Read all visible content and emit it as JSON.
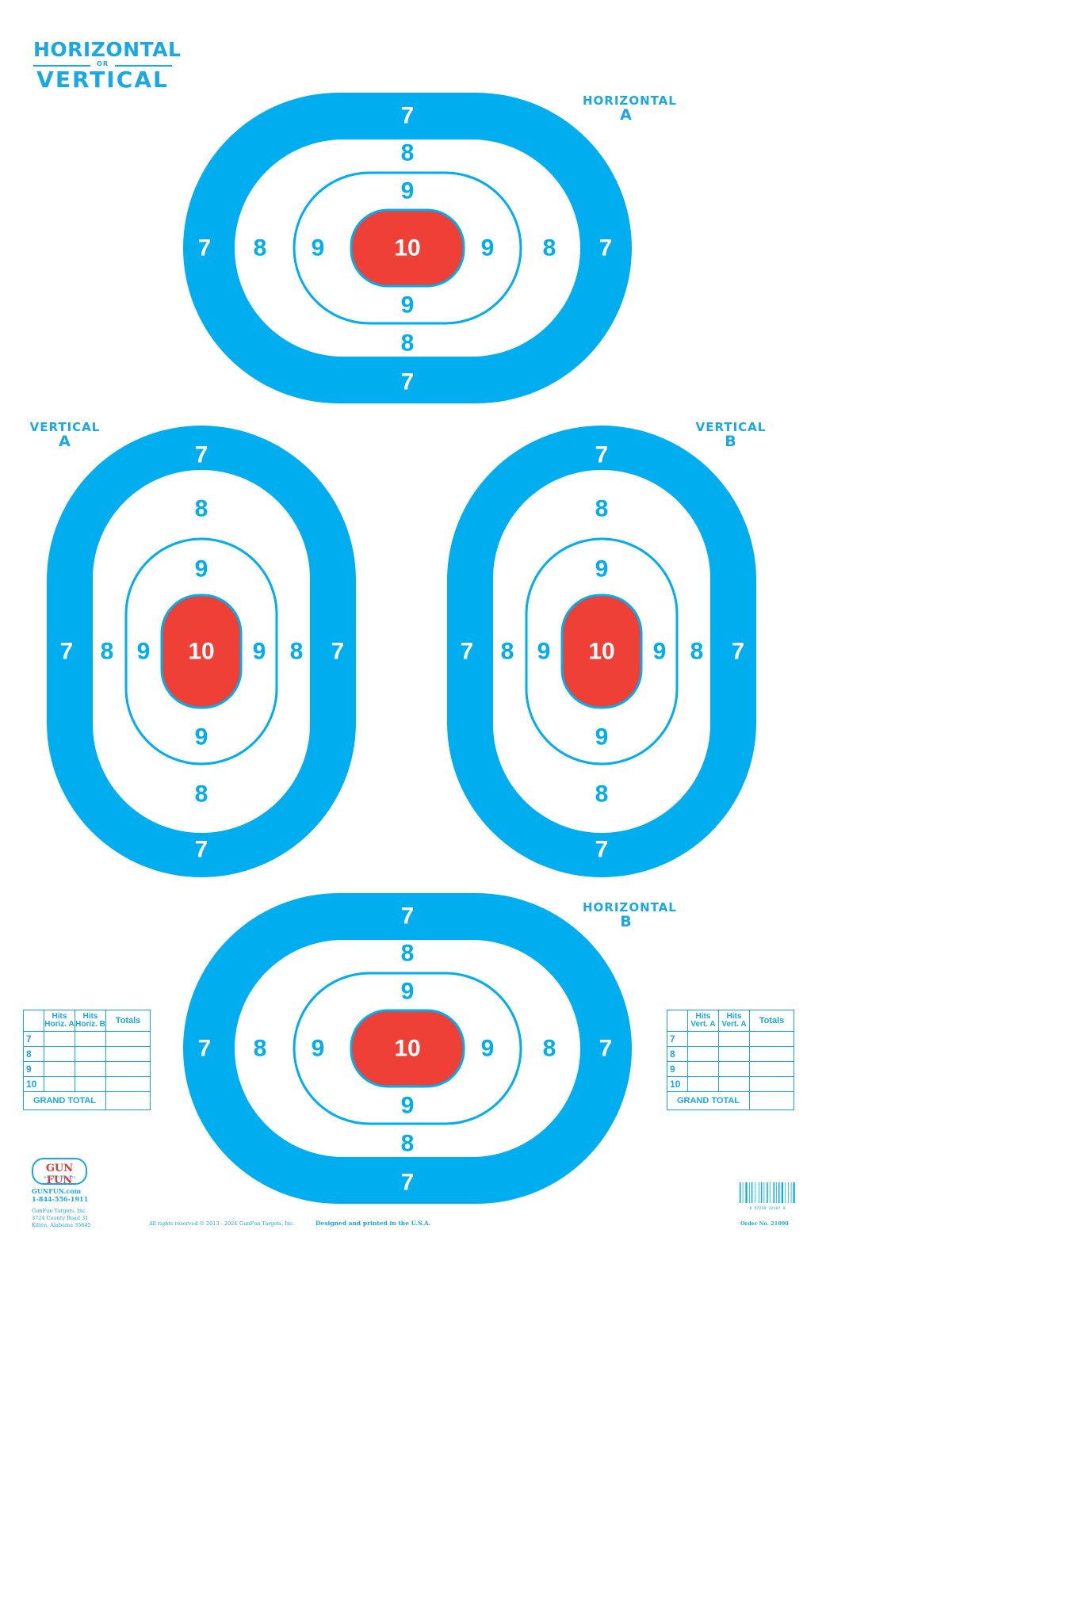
{
  "header": {
    "title_top": "HORIZONTAL",
    "title_or": "OR",
    "title_bottom": "VERTICAL"
  },
  "colors": {
    "blue": "#00AEEF",
    "red": "#EE4036",
    "white": "#FFFFFF"
  },
  "targets": [
    {
      "id": "horizontal-a",
      "orientation": "horizontal",
      "label": "HORIZONTAL",
      "letter": "A",
      "rings": {
        "outer": "7",
        "second": "8",
        "third": "9",
        "center": "10"
      }
    },
    {
      "id": "vertical-a",
      "orientation": "vertical",
      "label": "VERTICAL",
      "letter": "A",
      "rings": {
        "outer": "7",
        "second": "8",
        "third": "9",
        "center": "10"
      }
    },
    {
      "id": "vertical-b",
      "orientation": "vertical",
      "label": "VERTICAL",
      "letter": "B",
      "rings": {
        "outer": "7",
        "second": "8",
        "third": "9",
        "center": "10"
      }
    },
    {
      "id": "horizontal-b",
      "orientation": "horizontal",
      "label": "HORIZONTAL",
      "letter": "B",
      "rings": {
        "outer": "7",
        "second": "8",
        "third": "9",
        "center": "10"
      }
    }
  ],
  "score_left": {
    "col1_top": "Hits",
    "col1_bottom": "Horiz. A",
    "col2_top": "Hits",
    "col2_bottom": "Horiz. B",
    "col3": "Totals",
    "rows": [
      "7",
      "8",
      "9",
      "10"
    ],
    "grand_total": "GRAND TOTAL"
  },
  "score_right": {
    "col1_top": "Hits",
    "col1_bottom": "Vert. A",
    "col2_top": "Hits",
    "col2_bottom": "Vert. A",
    "col3": "Totals",
    "rows": [
      "7",
      "8",
      "9",
      "10"
    ],
    "grand_total": "GRAND TOTAL"
  },
  "logo": {
    "text": "GUN FUN",
    "tagline": "SHOOTING TARGETS"
  },
  "footer": {
    "website": "GUNFUN.com",
    "phone": "1-844-556-1911",
    "company": "GunFun Targets, Inc.",
    "address1": "3724 County Road 31",
    "address2": "Killen, Alabama  35645",
    "copyright": "All rights reserved © 2013 - 2024",
    "copyright_company": "GunFun Targets, Inc.",
    "made_in": "Designed and printed in the U.S.A.",
    "barcode_digits": "8  57230  22197  8",
    "order_no": "Order No. 21090"
  }
}
